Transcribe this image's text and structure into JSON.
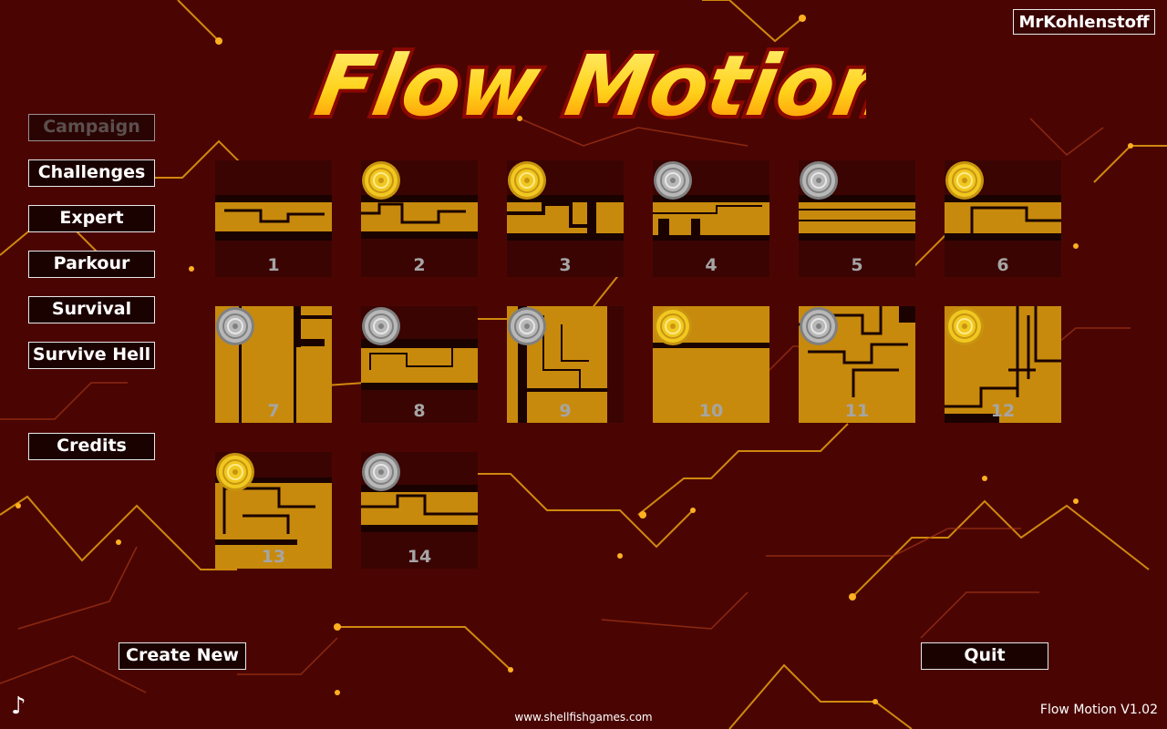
{
  "user": {
    "name": "MrKohlenstoff"
  },
  "title": "Flow Motion",
  "menu": [
    {
      "label": "Campaign",
      "disabled": true
    },
    {
      "label": "Challenges",
      "disabled": false
    },
    {
      "label": "Expert",
      "disabled": false
    },
    {
      "label": "Parkour",
      "disabled": false
    },
    {
      "label": "Survival",
      "disabled": false
    },
    {
      "label": "Survive Hell",
      "disabled": false
    },
    {
      "label": "Credits",
      "disabled": false
    }
  ],
  "levels": [
    {
      "number": "1",
      "medal": "none"
    },
    {
      "number": "2",
      "medal": "gold"
    },
    {
      "number": "3",
      "medal": "gold"
    },
    {
      "number": "4",
      "medal": "silver"
    },
    {
      "number": "5",
      "medal": "silver"
    },
    {
      "number": "6",
      "medal": "gold"
    },
    {
      "number": "7",
      "medal": "silver"
    },
    {
      "number": "8",
      "medal": "silver"
    },
    {
      "number": "9",
      "medal": "silver"
    },
    {
      "number": "10",
      "medal": "gold"
    },
    {
      "number": "11",
      "medal": "silver"
    },
    {
      "number": "12",
      "medal": "gold"
    },
    {
      "number": "13",
      "medal": "gold"
    },
    {
      "number": "14",
      "medal": "silver"
    }
  ],
  "actions": {
    "create_new": "Create New",
    "quit": "Quit"
  },
  "footer": {
    "website": "www.shellfishgames.com",
    "version": "Flow Motion V1.02"
  },
  "colors": {
    "background": "#4a0503",
    "circuit": "#e8a010",
    "gold": "#e8c020",
    "silver": "#a8a8a8",
    "level_fill": "#c88a0c"
  }
}
